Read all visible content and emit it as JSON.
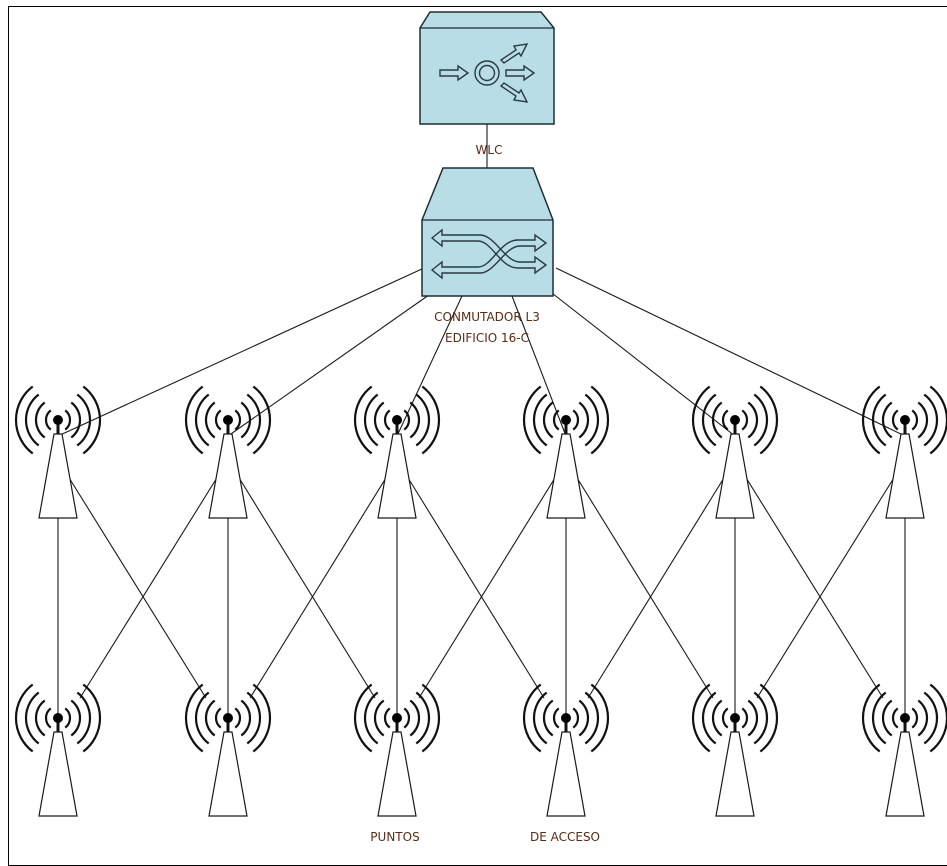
{
  "diagram": {
    "controller_label": "WLC",
    "switch_label_line1": "CONMUTADOR L3",
    "switch_label_line2": "EDIFICIO 16-C",
    "ap_label_left": "PUNTOS",
    "ap_label_right": "DE ACCESO",
    "access_point_rows": 2,
    "access_points_per_row": 6,
    "colors": {
      "device_fill": "#b9dde6",
      "device_stroke": "#1f2d33",
      "line": "#1a1a1a",
      "label_text": "#5a2b14"
    },
    "icons": {
      "controller": "wireless-lan-controller-icon",
      "switch": "layer3-switch-icon",
      "access_point": "radio-tower-icon"
    }
  }
}
